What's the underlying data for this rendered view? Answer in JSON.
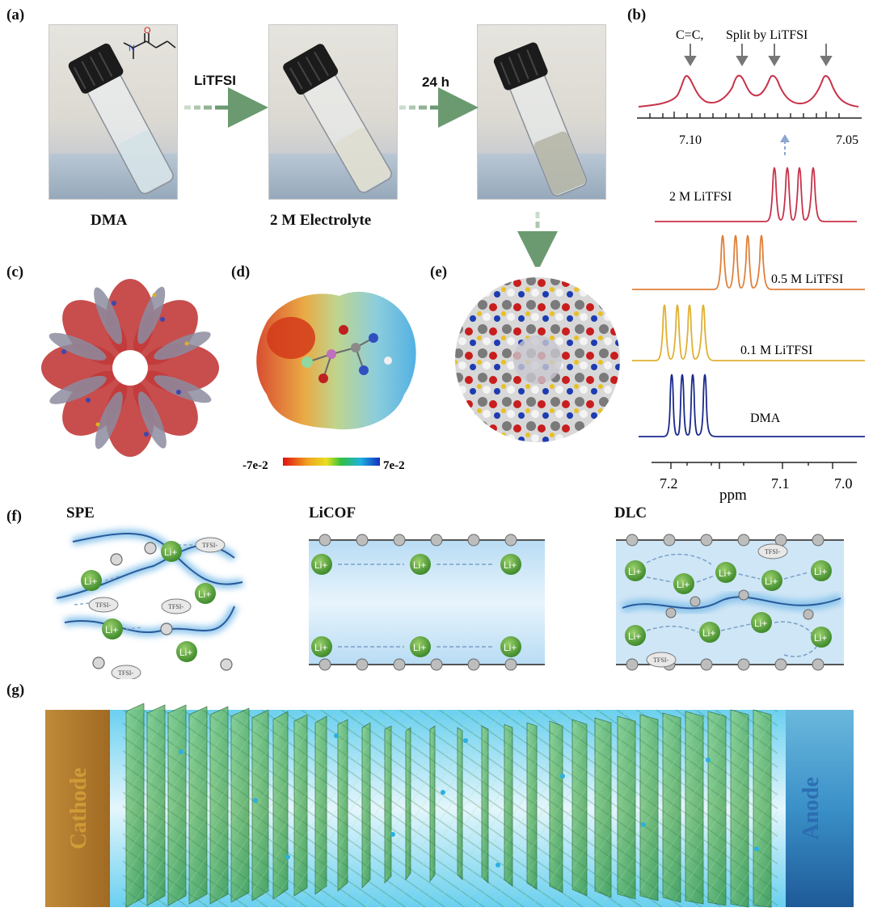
{
  "panels": {
    "a": "(a)",
    "b": "(b)",
    "c": "(c)",
    "d": "(d)",
    "e": "(e)",
    "f": "(f)",
    "g": "(g)"
  },
  "panel_a": {
    "arrow1": "LiTFSI",
    "arrow2": "24 h",
    "caption1": "DMA",
    "caption2": "2 M Electrolyte"
  },
  "panel_b": {
    "annotation_left": "C=C,",
    "annotation_right": "Split by LiTFSI",
    "inset_ticks": [
      "7.10",
      "7.05"
    ],
    "trace_labels": [
      "2 M LiTFSI",
      "0.5 M LiTFSI",
      "0.1 M LiTFSI",
      "DMA"
    ],
    "x_ticks": [
      "7.2",
      "7.1",
      "7.0"
    ],
    "x_label": "ppm",
    "colors": {
      "2M": "#c8324a",
      "0.5M": "#e0803a",
      "0.1M": "#e0b030",
      "DMA": "#1a2a8c"
    }
  },
  "panel_d": {
    "scale_min": "-7e-2",
    "scale_max": "7e-2"
  },
  "panel_f": {
    "titles": [
      "SPE",
      "LiCOF",
      "DLC"
    ],
    "li_label": "Li+",
    "tfsi_label": "TFSI-"
  },
  "panel_g": {
    "left": "Cathode",
    "right": "Anode"
  }
}
